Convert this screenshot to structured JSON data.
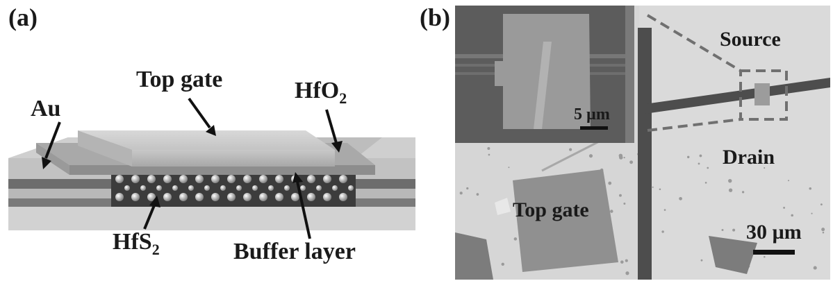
{
  "panel_a": {
    "label": "(a)",
    "callouts": {
      "top_gate": "Top gate",
      "au": "Au",
      "hfo2": "HfO",
      "hfo2_sub": "2",
      "hfs2": "HfS",
      "hfs2_sub": "2",
      "buffer": "Buffer layer"
    }
  },
  "panel_b": {
    "label": "(b)",
    "labels": {
      "source": "Source",
      "drain": "Drain",
      "top_gate": "Top gate"
    },
    "inset_scale": "5 µm",
    "main_scale": "30 µm"
  },
  "colors": {
    "text": "#1a1a1a",
    "micrograph_bg": "#d4d4d4",
    "electrode": "#4a4a4a",
    "gate_square": "#8e8e8e",
    "inset_bg": "#5a5a5a",
    "dash": "#7a7a7a"
  }
}
